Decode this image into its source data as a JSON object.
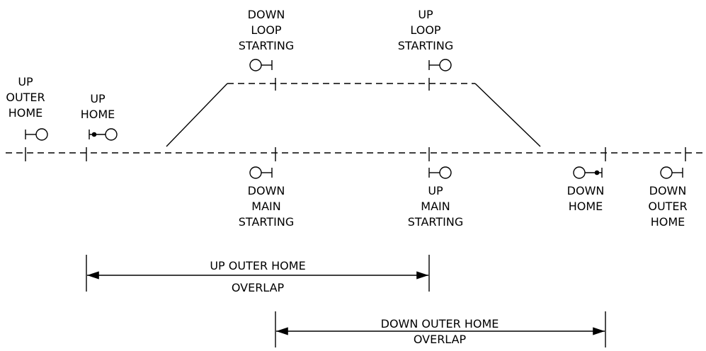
{
  "signals": [
    {
      "id": "up-outer-home",
      "lines": [
        "UP",
        "OUTER",
        "HOME"
      ],
      "facing": "up",
      "track": "main"
    },
    {
      "id": "up-home",
      "lines": [
        "UP",
        "HOME"
      ],
      "facing": "up",
      "track": "main"
    },
    {
      "id": "down-loop-starting",
      "lines": [
        "DOWN",
        "LOOP",
        "STARTING"
      ],
      "facing": "down",
      "track": "loop"
    },
    {
      "id": "up-loop-starting",
      "lines": [
        "UP",
        "LOOP",
        "STARTING"
      ],
      "facing": "up",
      "track": "loop"
    },
    {
      "id": "down-main-starting",
      "lines": [
        "DOWN",
        "MAIN",
        "STARTING"
      ],
      "facing": "down",
      "track": "main"
    },
    {
      "id": "up-main-starting",
      "lines": [
        "UP",
        "MAIN",
        "STARTING"
      ],
      "facing": "up",
      "track": "main"
    },
    {
      "id": "down-home",
      "lines": [
        "DOWN",
        "HOME"
      ],
      "facing": "down",
      "track": "main"
    },
    {
      "id": "down-outer-home",
      "lines": [
        "DOWN",
        "OUTER",
        "HOME"
      ],
      "facing": "down",
      "track": "main"
    }
  ],
  "overlaps": [
    {
      "id": "up-outer-home-overlap",
      "line1": "UP OUTER HOME",
      "line2": "OVERLAP"
    },
    {
      "id": "down-outer-home-overlap",
      "line1": "DOWN OUTER HOME",
      "line2": "OVERLAP"
    }
  ]
}
